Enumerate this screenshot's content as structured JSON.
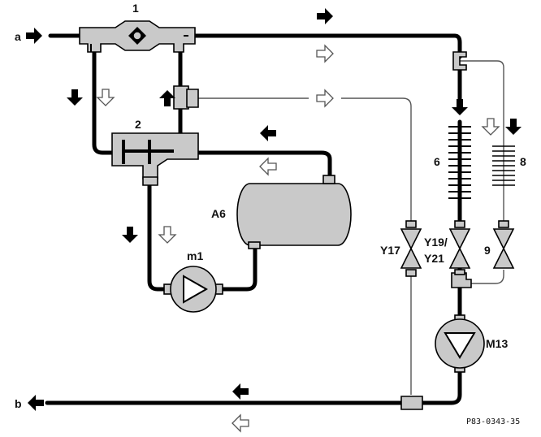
{
  "labels": {
    "a": "a",
    "b": "b",
    "c1": "1",
    "c2": "2",
    "a6": "A6",
    "m1": "m1",
    "m13": "M13",
    "c6": "6",
    "c8": "8",
    "y17": "Y17",
    "y19": "Y19/",
    "y21": "Y21",
    "c9": "9"
  },
  "figure_code": "P83-0343-35",
  "colors": {
    "line": "#000000",
    "component_fill": "#c9c9c9",
    "hollow_arrow": "#ffffff"
  }
}
